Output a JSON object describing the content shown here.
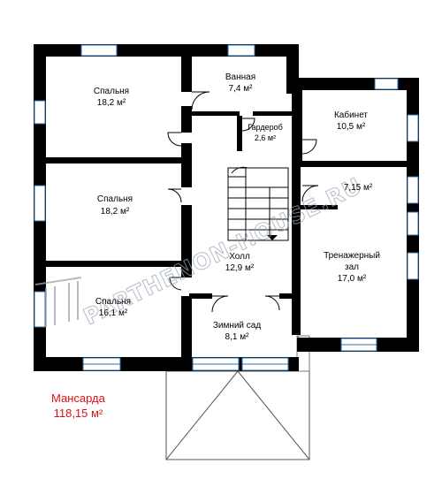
{
  "rooms": {
    "bedroom1": {
      "name": "Спальня",
      "area": "18,2 м²"
    },
    "bath": {
      "name": "Ванная",
      "area": "7,4 м²"
    },
    "wardrobe": {
      "name": "Гардероб",
      "area": "2,6 м²"
    },
    "study": {
      "name": "Кабинет",
      "area": "10,5 м²"
    },
    "bedroom2": {
      "name": "Спальня",
      "area": "18,2 м²"
    },
    "corridor": {
      "area": "7,15 м²"
    },
    "hall": {
      "name": "Холл",
      "area": "12,9 м²"
    },
    "gym": {
      "name1": "Тренажерный",
      "name2": "зал",
      "area": "17,0 м²"
    },
    "bedroom3": {
      "name": "Спальня",
      "area": "16,1 м²"
    },
    "winter_garden": {
      "name": "Зимний сад",
      "area": "8,1 м²"
    }
  },
  "summary": {
    "floor": "Мансарда",
    "total": "118,15 м²"
  },
  "watermark": "PARTHENON-HOUSE.RU",
  "colors": {
    "wall": "#000000",
    "window": "#2d6fb0",
    "total_text": "#e01010",
    "watermark": "#9aa6b4"
  }
}
